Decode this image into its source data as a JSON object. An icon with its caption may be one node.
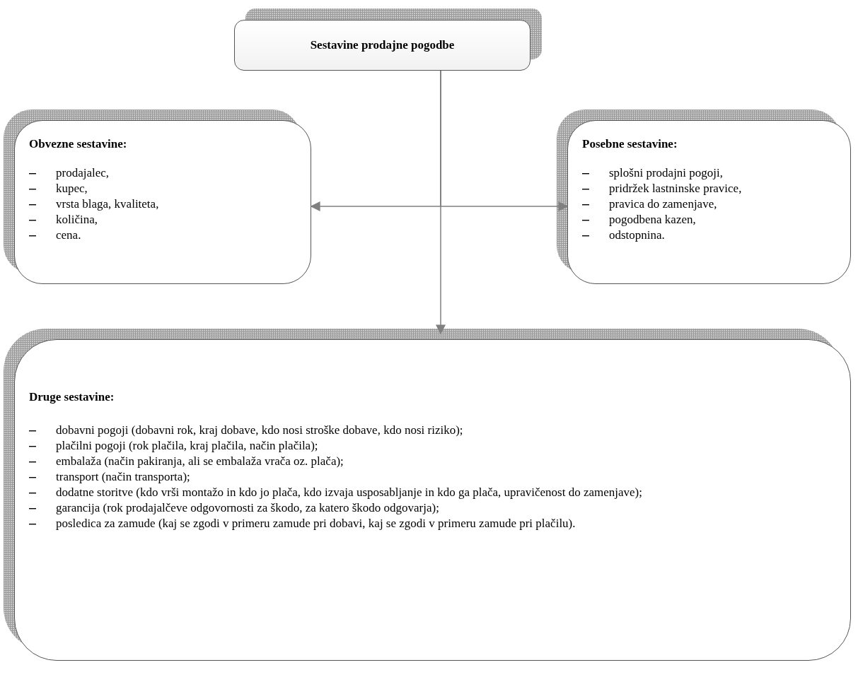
{
  "diagram": {
    "nodes": [
      {
        "text": [
          "Sestavine prodajne pogodbe"
        ]
      },
      {
        "text": [
          "Obvezne sestavine:",
          "prodajalec,",
          "kupec,",
          "vrsta blaga, kvaliteta,",
          "količina,",
          "cena."
        ]
      },
      {
        "text": [
          "Posebne sestavine:",
          "splošni prodajni pogoji,",
          "pridržek lastninske pravice,",
          "pravica do zamenjave,",
          "pogodbena kazen,",
          "odstopnina."
        ]
      },
      {
        "text": [
          "Druge sestavine:",
          "dobavni pogoji (dobavni rok, kraj dobave, kdo nosi stroške dobave, kdo nosi riziko);",
          "plačilni pogoji (rok plačila, kraj plačila, način plačila);",
          "embalaža (način pakiranja, ali se embalaža vrača oz. plača);",
          "transport (način transporta);",
          "dodatne storitve (kdo vrši montažo in kdo jo plača, kdo izvaja usposabljanje in kdo ga plača, upravičenost do zamenjave);",
          "garancija (rok prodajalčeve odgovornosti za škodo, za katero škodo odgovarja);",
          "posledica za zamude (kaj se zgodi v primeru zamude pri dobavi, kaj se zgodi v primeru zamude pri plačilu)."
        ]
      }
    ],
    "edges": [
      {
        "from": 0,
        "to": 1,
        "arrow": "to"
      },
      {
        "from": 0,
        "to": 2,
        "arrow": "to"
      },
      {
        "from": 0,
        "to": 3,
        "arrow": "to"
      }
    ]
  }
}
